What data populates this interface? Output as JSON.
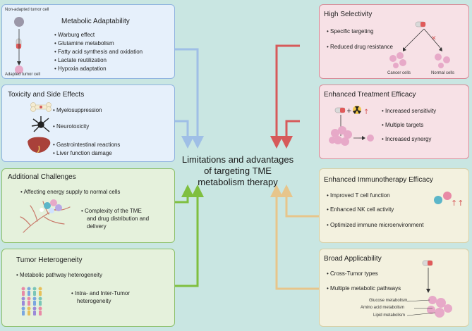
{
  "center_title": [
    "Limitations and advantages",
    "of targeting TME",
    "metabolism therapy"
  ],
  "metabolic": {
    "title": "Metabolic Adaptability",
    "top_label": "Non-adapted tumor cell",
    "bottom_label": "Adapted tumor cell",
    "items": [
      "Warburg effect",
      "Glutamine metabolism",
      "Fatty acid synthesis and oxidation",
      "Lactate reutilization",
      "Hypoxia adaptation"
    ]
  },
  "toxicity": {
    "title": "Toxicity and Side Effects",
    "items": [
      "Myelosuppression",
      "Neurotoxicity",
      "Gastrointestinal reactions",
      "Liver function damage"
    ]
  },
  "additional": {
    "title": "Additional Challenges",
    "items": [
      "Affecting energy supply to normal cells",
      "Complexity of the TME",
      "and drug distribution and",
      "delivery"
    ]
  },
  "heterogeneity": {
    "title": "Tumor Heterogeneity",
    "items": [
      "Metabolic pathway heterogeneity",
      "Intra- and Inter-Tumor",
      "heterogeneity"
    ]
  },
  "selectivity": {
    "title": "High Selectivity",
    "items": [
      "Specific targeting",
      "Reduced drug resistance"
    ],
    "labels": [
      "Cancer cells",
      "Normal cells"
    ]
  },
  "efficacy": {
    "title": "Enhanced Treatment Efficacy",
    "items": [
      "Increased sensitivity",
      "Multiple targets",
      "Increased synergy"
    ]
  },
  "immuno": {
    "title": "Enhanced Immunotherapy Efficacy",
    "items": [
      "Improved T cell function",
      "Enhanced NK cell activity",
      "Optimized immune microenvironment"
    ]
  },
  "broad": {
    "title": "Broad Applicability",
    "items": [
      "Cross-Tumor types",
      "Multiple metabolic pathways"
    ],
    "labels": [
      "Glucose metabolism",
      "Amino acid metabolism",
      "Lipid metabolism"
    ]
  },
  "colors": {
    "background": "#c9e6e2",
    "blue_arrow": "#9fbfe6",
    "green_arrow": "#7fbf3f",
    "red_arrow": "#d65a5a",
    "tan_arrow": "#e7c58b"
  }
}
